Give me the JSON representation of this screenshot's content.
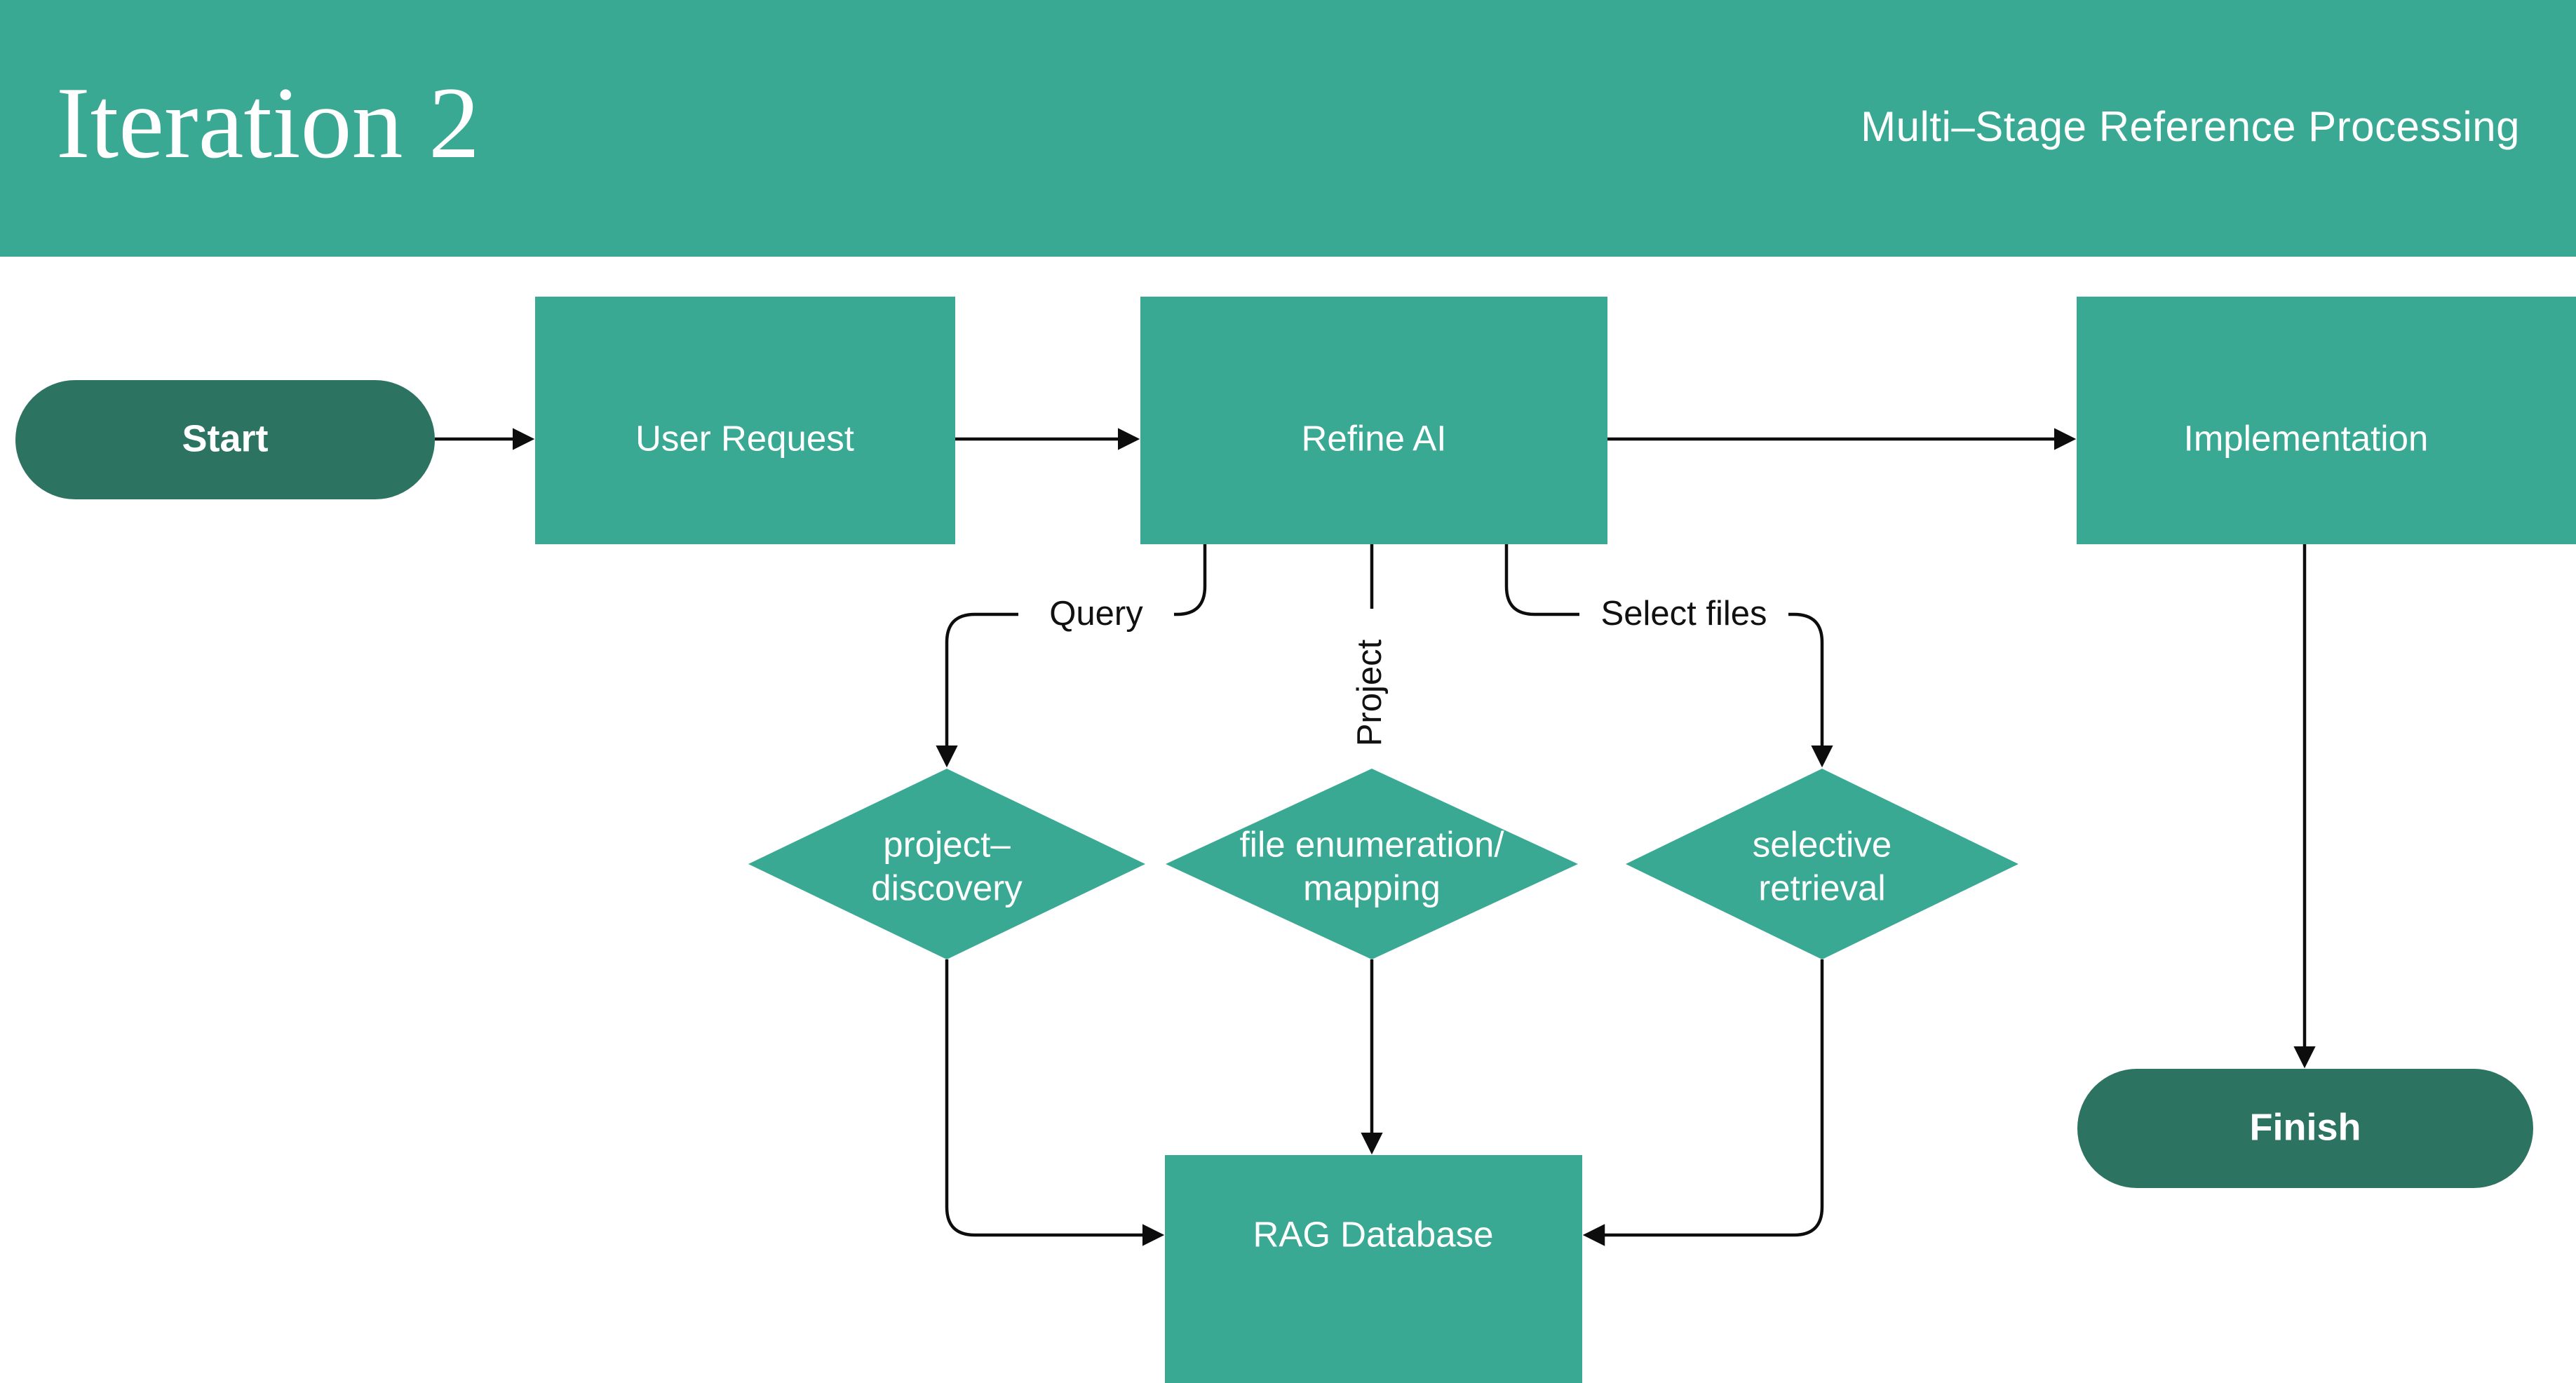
{
  "header": {
    "title": "Iteration 2",
    "subtitle": "Multi–Stage Reference Processing",
    "background_color": "#3aa993",
    "text_color": "#ffffff"
  },
  "theme": {
    "process_fill": "#3aa993",
    "terminator_fill": "#2d7362",
    "decision_fill": "#3aa993",
    "edge_color": "#0d0d0d",
    "node_text_color": "#ffffff",
    "edge_label_color": "#111111",
    "canvas_background": "#ffffff"
  },
  "diagram": {
    "type": "flowchart",
    "direction": "left-to-right with downward branch",
    "nodes": [
      {
        "id": "start",
        "label": "Start",
        "shape": "terminator"
      },
      {
        "id": "user",
        "label": "User Request",
        "shape": "rectangle"
      },
      {
        "id": "refine",
        "label": "Refine AI",
        "shape": "rectangle"
      },
      {
        "id": "impl",
        "label": "Implementation",
        "shape": "rectangle"
      },
      {
        "id": "finish",
        "label": "Finish",
        "shape": "terminator"
      },
      {
        "id": "discovery",
        "label": "project–discovery",
        "shape": "diamond",
        "line1": "project–",
        "line2": "discovery"
      },
      {
        "id": "enumeration",
        "label": "file enumeration/ mapping",
        "shape": "diamond",
        "line1": "file enumeration/",
        "line2": "mapping"
      },
      {
        "id": "retrieval",
        "label": "selective retrieval",
        "shape": "diamond",
        "line1": "selective",
        "line2": "retrieval"
      },
      {
        "id": "rag",
        "label": "RAG Database",
        "shape": "rectangle"
      }
    ],
    "edges": [
      {
        "from": "start",
        "to": "user",
        "label": ""
      },
      {
        "from": "user",
        "to": "refine",
        "label": ""
      },
      {
        "from": "refine",
        "to": "impl",
        "label": ""
      },
      {
        "from": "refine",
        "to": "discovery",
        "label": "Query"
      },
      {
        "from": "refine",
        "to": "enumeration",
        "label": "Project"
      },
      {
        "from": "refine",
        "to": "retrieval",
        "label": "Select files"
      },
      {
        "from": "discovery",
        "to": "rag",
        "label": ""
      },
      {
        "from": "enumeration",
        "to": "rag",
        "label": ""
      },
      {
        "from": "retrieval",
        "to": "rag",
        "label": ""
      },
      {
        "from": "impl",
        "to": "finish",
        "label": ""
      }
    ],
    "edge_labels": {
      "query": "Query",
      "project": "Project",
      "select_files": "Select files"
    }
  }
}
